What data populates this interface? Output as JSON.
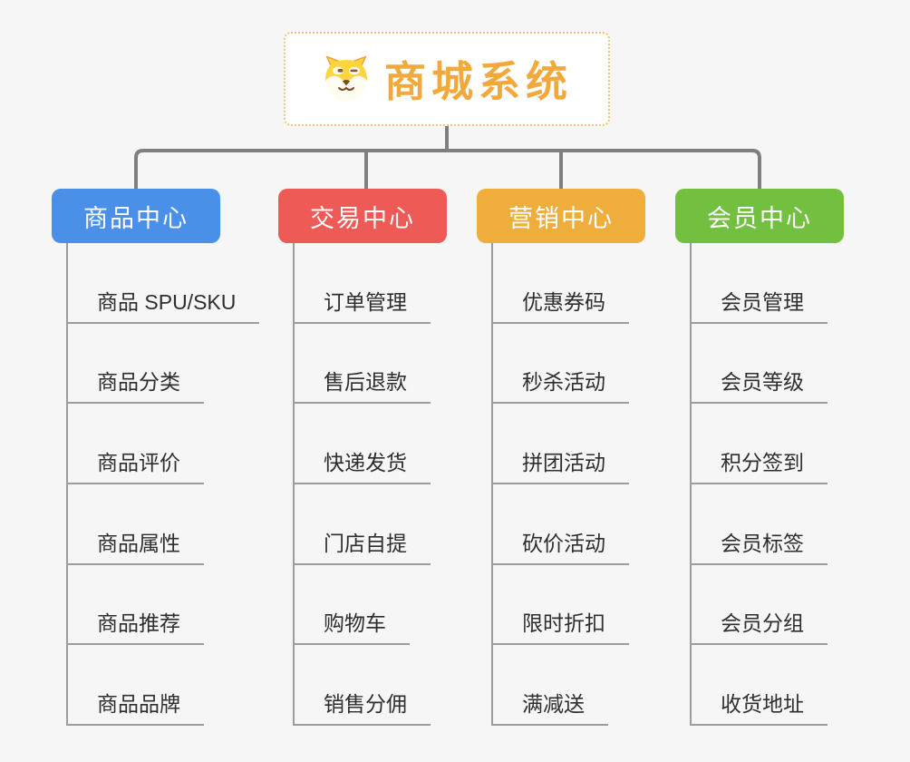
{
  "root": {
    "title": "商城系统",
    "icon": "doge-icon"
  },
  "branches": [
    {
      "id": "product",
      "label": "商品中心",
      "color": "#4B90E8",
      "children": [
        "商品 SPU/SKU",
        "商品分类",
        "商品评价",
        "商品属性",
        "商品推荐",
        "商品品牌"
      ]
    },
    {
      "id": "trade",
      "label": "交易中心",
      "color": "#EE5A55",
      "children": [
        "订单管理",
        "售后退款",
        "快递发货",
        "门店自提",
        "购物车",
        "销售分佣"
      ]
    },
    {
      "id": "marketing",
      "label": "营销中心",
      "color": "#EFAD3C",
      "children": [
        "优惠券码",
        "秒杀活动",
        "拼团活动",
        "砍价活动",
        "限时折扣",
        "满减送"
      ]
    },
    {
      "id": "member",
      "label": "会员中心",
      "color": "#73BF40",
      "children": [
        "会员管理",
        "会员等级",
        "积分签到",
        "会员标签",
        "会员分组",
        "收货地址"
      ]
    }
  ],
  "style": {
    "background": "#F6F6F6",
    "root_accent": "#F2A93C",
    "root_border": "#F4C36E",
    "connector": "#7F7F7F",
    "leaf_line": "#9C9C9C",
    "leaf_text": "#2E2E2E"
  }
}
